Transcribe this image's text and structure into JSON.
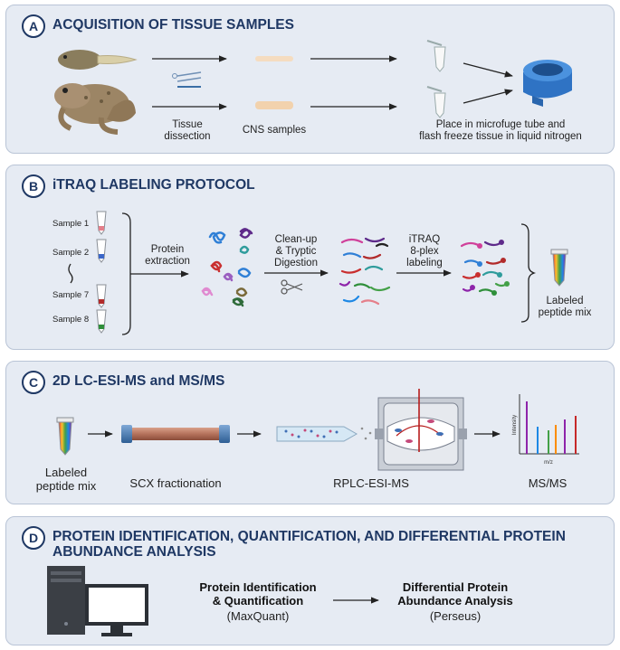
{
  "panels": {
    "a": {
      "letter": "A",
      "title": "ACQUISITION OF TISSUE SAMPLES",
      "tissue_dissection": "Tissue\ndissection",
      "cns_samples": "CNS samples",
      "place_text": "Place in microfuge tube and\nflash freeze tissue in liquid nitrogen"
    },
    "b": {
      "letter": "B",
      "title": "iTRAQ LABELING PROTOCOL",
      "samples": [
        "Sample 1",
        "Sample 2",
        "Sample 7",
        "Sample 8"
      ],
      "protein_extraction": "Protein\nextraction",
      "cleanup": "Clean-up\n& Tryptic\nDigestion",
      "itraq": "iTRAQ\n8-plex\nlabeling",
      "labeled_mix": "Labeled\npeptide mix"
    },
    "c": {
      "letter": "C",
      "title": "2D LC-ESI-MS and MS/MS",
      "labeled_mix": "Labeled\npeptide mix",
      "scx": "SCX fractionation",
      "rplc": "RPLC-ESI-MS",
      "msms": "MS/MS",
      "axis_x": "m/z",
      "axis_y": "Intensity"
    },
    "d": {
      "letter": "D",
      "title_line1": "PROTEIN IDENTIFICATION, QUANTIFICATION, AND DIFFERENTIAL PROTEIN",
      "title_line2": "ABUNDANCE ANALYSIS",
      "step1_title": "Protein Identification\n& Quantification",
      "step1_tool": "(MaxQuant)",
      "step2_title": "Differential Protein\nAbundance Analysis",
      "step2_tool": "(Perseus)"
    }
  },
  "colors": {
    "panel_bg": "#e6ebf3",
    "title": "#1f3864",
    "arrow": "#222222"
  },
  "icons": [
    "tadpole-icon",
    "frog-icon",
    "scissors-icon",
    "microfuge-tube-icon",
    "liquid-nitrogen-container-icon",
    "protein-icon",
    "peptide-icon",
    "column-icon",
    "mass-spectrometer-icon",
    "computer-icon"
  ]
}
